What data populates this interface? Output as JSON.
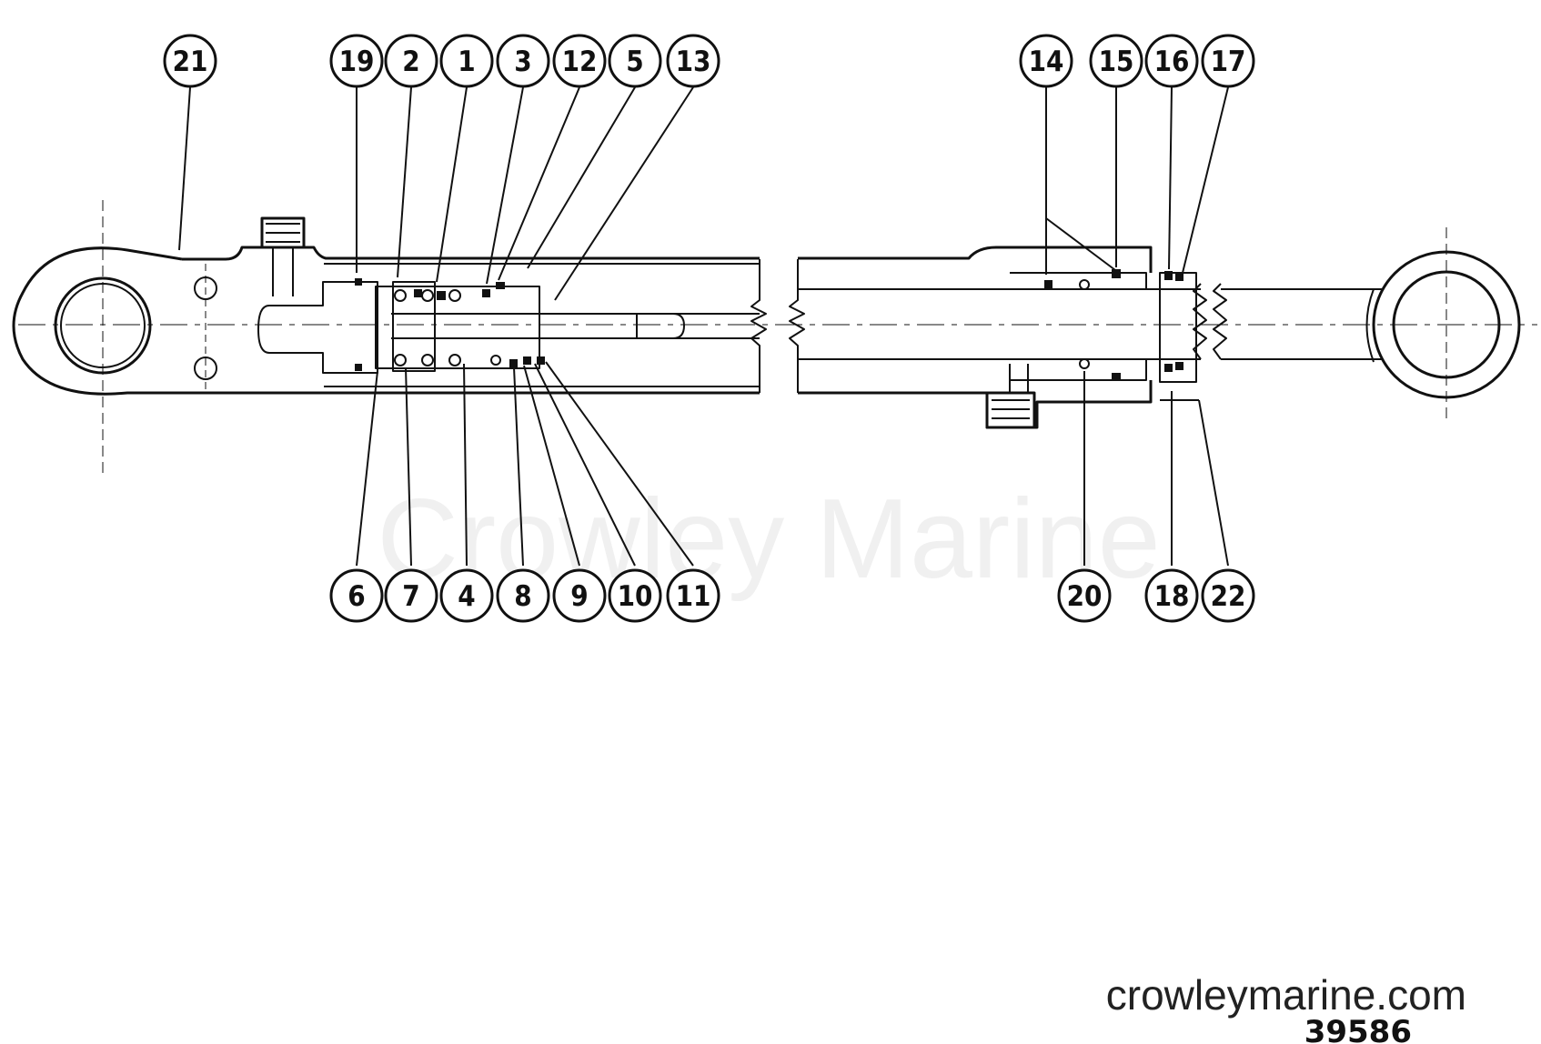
{
  "watermark": "Crowley Marine",
  "website": "crowleymarine.com",
  "figure_id": "39586",
  "callouts_top": [
    "21",
    "19",
    "2",
    "1",
    "3",
    "12",
    "5",
    "13",
    "14",
    "15",
    "16",
    "17"
  ],
  "callouts_bottom": [
    "6",
    "7",
    "4",
    "8",
    "9",
    "10",
    "11",
    "20",
    "18",
    "22"
  ]
}
